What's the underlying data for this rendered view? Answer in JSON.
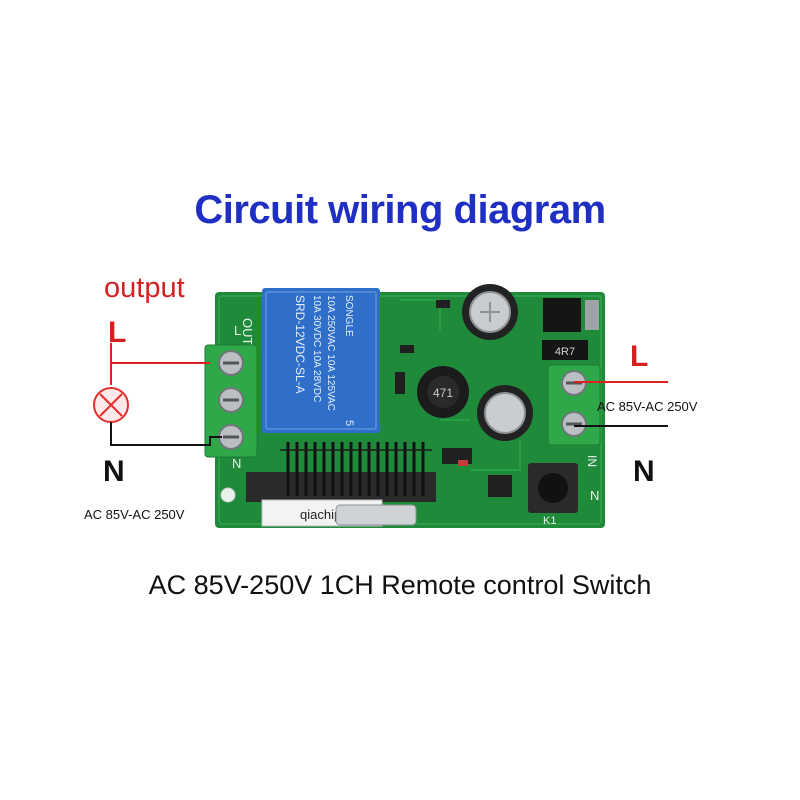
{
  "title": "Circuit wiring diagram",
  "subtitle": "AC 85V-250V 1CH Remote control Switch",
  "labels": {
    "output": "output",
    "left_live": "L",
    "left_neutral": "N",
    "right_live": "L",
    "right_neutral": "N",
    "left_voltage": "AC 85V-AC 250V",
    "right_voltage": "AC 85V-AC 250V"
  },
  "board": {
    "relay_brand": "SONGLE",
    "relay_model": "SRD-12VDC-SL-A",
    "relay_rating_1": "10A 250VAC  10A 125VAC",
    "relay_rating_2": "10A 30VDC  10A 28VDC",
    "relay_number": "5",
    "inductor_code": "471",
    "resistor_code": "4R7",
    "chip_label": "qiachip",
    "button_label": "K1",
    "silk_out": "OUT",
    "silk_l": "L",
    "silk_n": "N",
    "silk_in": "IN"
  },
  "colors": {
    "title": "#1f2fc4",
    "live_text": "#d62020",
    "live_wire": "#e02020",
    "neutral_wire": "#111111",
    "pcb": "#1f8a3a",
    "terminal": "#2fa84a",
    "relay": "#2f6fc9",
    "lamp": "#e53030"
  }
}
